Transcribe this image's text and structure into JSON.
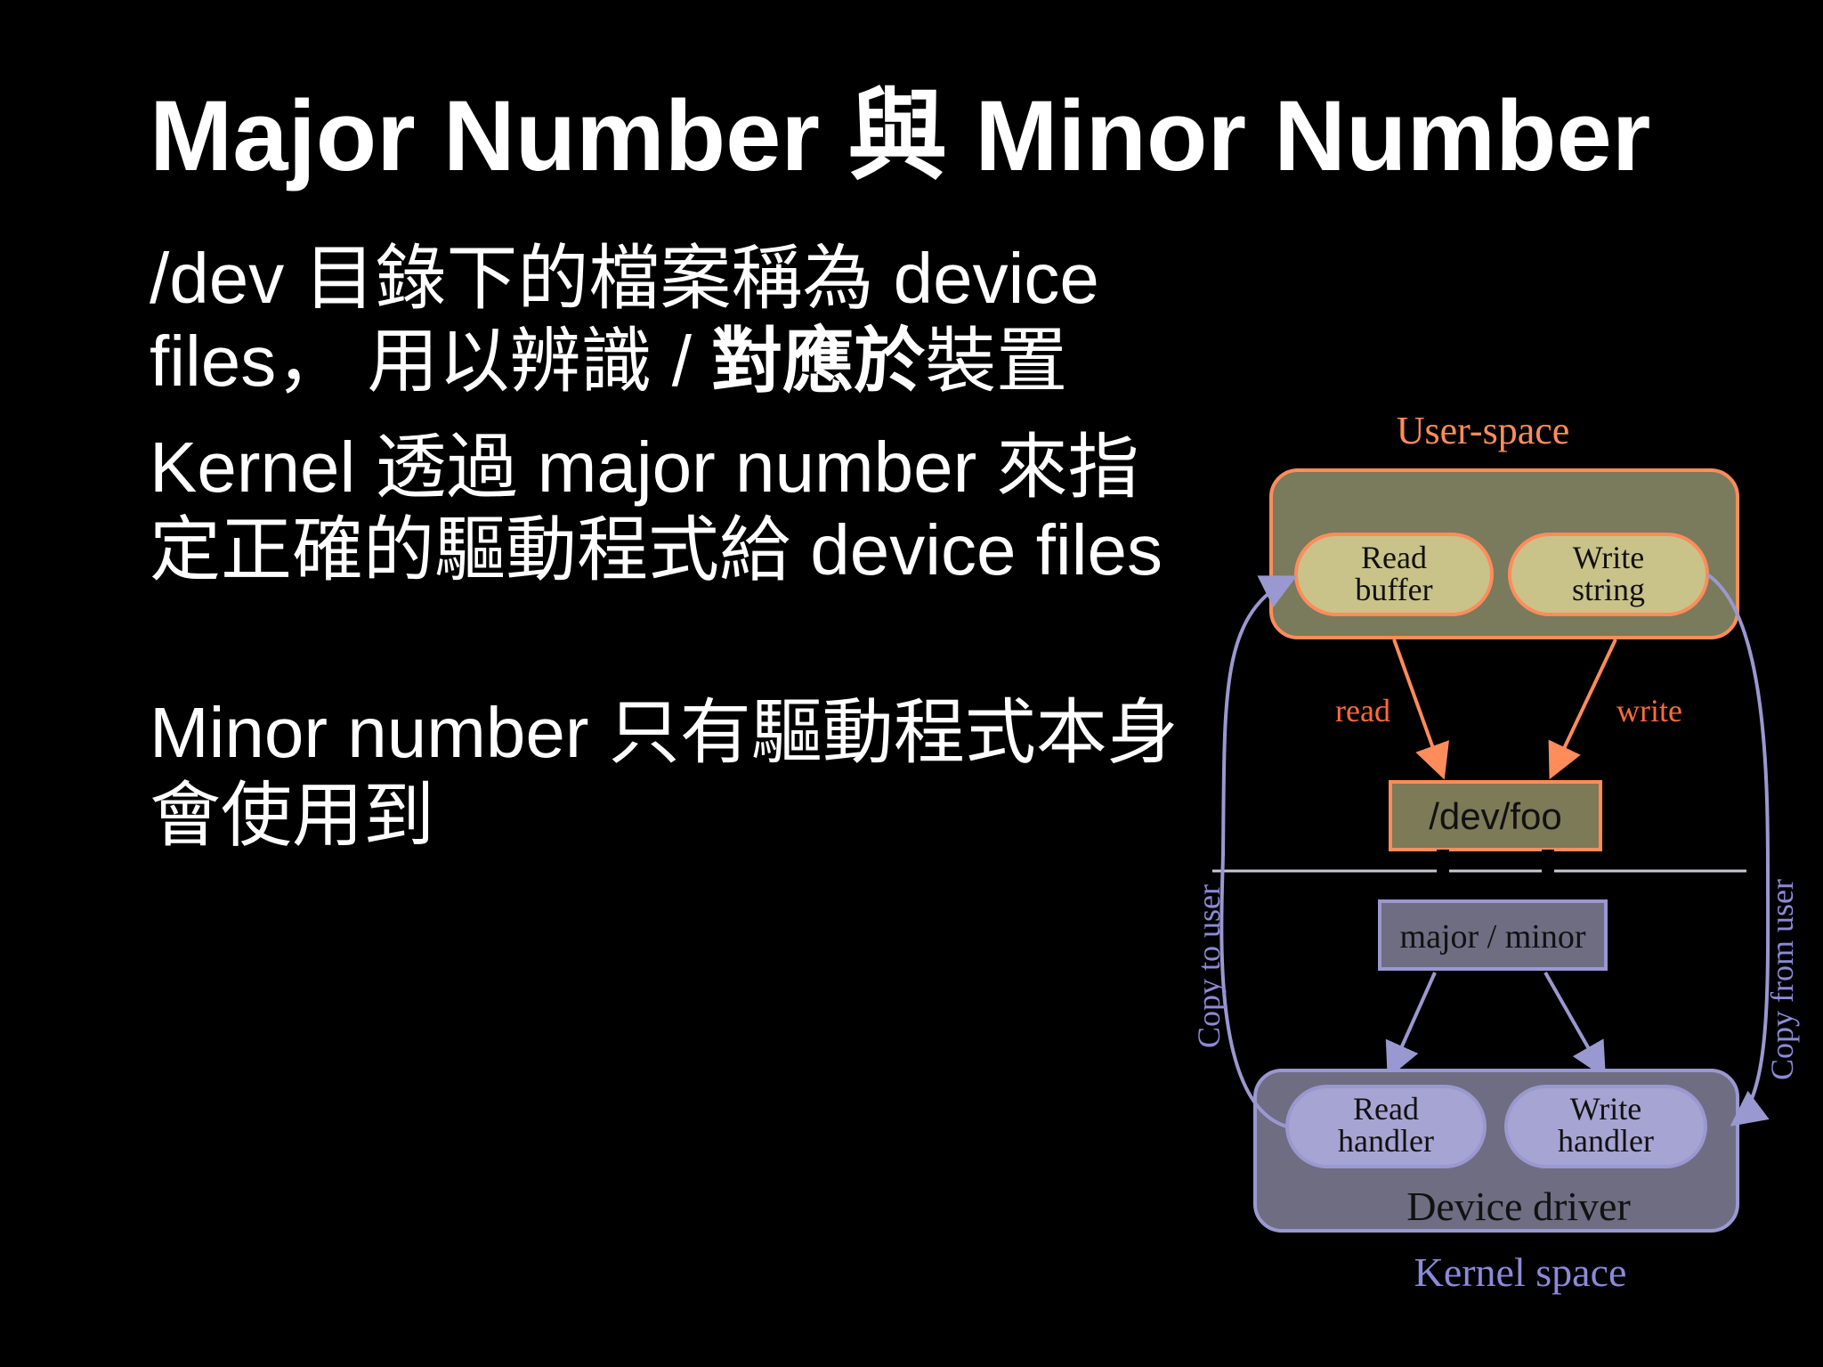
{
  "slide": {
    "title": "Major Number 與 Minor Number",
    "bullets": [
      {
        "text_before": "/dev 目錄下的檔案稱為 device files， 用以辨識 / ",
        "text_bold": "對應於",
        "text_after": "裝置"
      },
      {
        "text": "Kernel 透過 major number 來指定正確的驅動程式給 device files"
      },
      {
        "text": "Minor number 只有驅動程式本身會使用到"
      }
    ]
  },
  "diagram": {
    "user_space_label": "User-space",
    "kernel_space_label": "Kernel space",
    "read_buffer": [
      "Read",
      "buffer"
    ],
    "write_string": [
      "Write",
      "string"
    ],
    "read_edge_label": "read",
    "write_edge_label": "write",
    "device_file_label": "/dev/foo",
    "major_minor_label": "major / minor",
    "read_handler": [
      "Read",
      "handler"
    ],
    "write_handler": [
      "Write",
      "handler"
    ],
    "device_driver_label": "Device driver",
    "copy_to_user_label": "Copy to user",
    "copy_from_user_label": "Copy from user",
    "colors": {
      "background": "#000000",
      "user_space_orange": "#ff8c5a",
      "user_box_fill": "#7a7a5c",
      "user_node_fill": "#c9c38a",
      "dev_foo_fill": "#7d7a58",
      "kernel_purple": "#9a98d0",
      "kernel_box_fill": "#6e6d82",
      "kernel_node_fill": "#a6a4d2",
      "read_write_label": "#ff6a3d",
      "kernel_label": "#8c8ad8"
    }
  }
}
